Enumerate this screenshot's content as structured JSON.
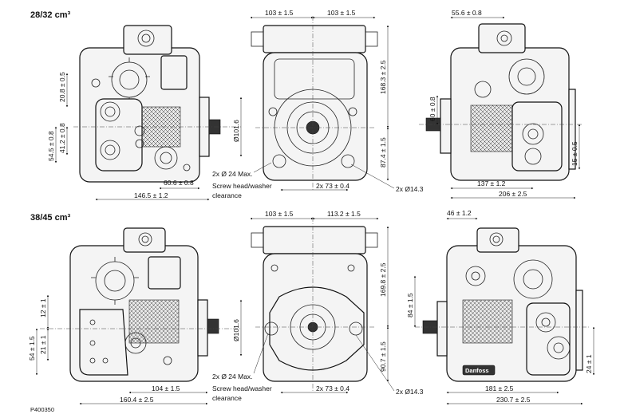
{
  "sections": [
    {
      "title": "28/32 cm³",
      "dims": {
        "top_left_width": "103 ± 1.5",
        "top_right_width": "103 ± 1.5",
        "right_top": "55.6 ± 0.8",
        "left_upper": "20.8 ± 0.5",
        "left_middle": "54.5 ± 0.8",
        "left_lower": "41.2 ± 0.8",
        "bottom_short": "60.6 ± 0.8",
        "bottom_long": "146.5 ± 1.2",
        "shaft_dia": "Ø101.6",
        "screw_note_1": "2x Ø 24 Max.",
        "screw_note_2": "Screw head/washer",
        "screw_note_3": "clearance",
        "center_upper": "168.3 ± 2.5",
        "center_lower": "87.4 ± 1.5",
        "bolt_spacing": "2x 73 ± 0.4",
        "hole_dia": "2x Ø14.3",
        "right_side_a": "60 ± 0.8",
        "right_side_b": "15 ± 0.5",
        "right_bottom_short": "137 ± 1.2",
        "right_bottom_long": "206 ± 2.5"
      }
    },
    {
      "title": "38/45 cm³",
      "dims": {
        "top_left_width": "103 ± 1.5",
        "top_right_width": "113.2 ± 1.5",
        "right_top": "46 ± 1.2",
        "left_upper": "12 ± 1",
        "left_middle": "54 ± 1.5",
        "left_lower": "21 ± 1",
        "bottom_short": "104 ± 1.5",
        "bottom_long": "160.4 ± 2.5",
        "shaft_dia": "Ø101.6",
        "screw_note_1": "2x Ø 24 Max.",
        "screw_note_2": "Screw head/washer",
        "screw_note_3": "clearance",
        "center_upper": "169.8 ± 2.5",
        "center_lower": "90.7 ± 1.5",
        "bolt_spacing": "2x 73 ± 0.4",
        "hole_dia": "2x Ø14.3",
        "right_side_a": "84 ± 1.5",
        "right_side_b": "24 ± 1",
        "right_bottom_short": "181 ± 2.5",
        "right_bottom_long": "230.7 ± 2.5",
        "brand_plate": "Danfoss"
      }
    }
  ],
  "figure_id": "P400350"
}
